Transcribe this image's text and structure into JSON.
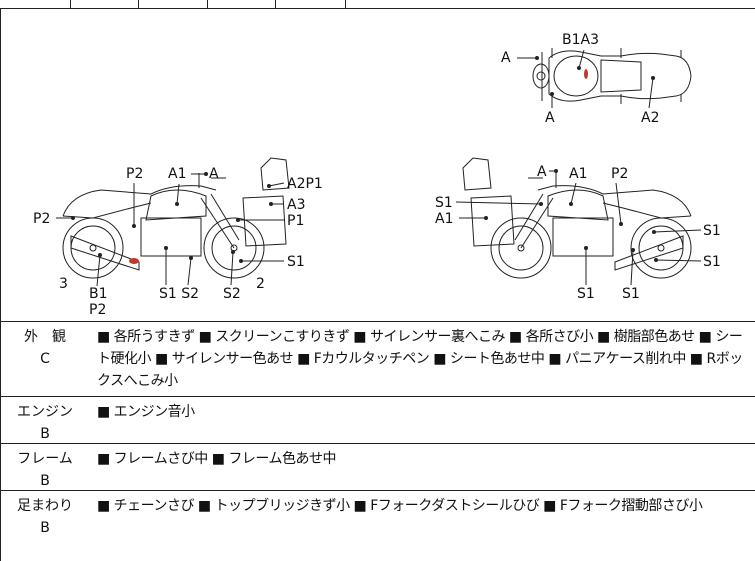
{
  "diagram": {
    "top_view_labels": [
      "A",
      "B1A3",
      "A",
      "A2"
    ],
    "left_view_labels": [
      "P2",
      "A1",
      "A",
      "A2P1",
      "A3",
      "P2",
      "P1",
      "S1",
      "3",
      "B1",
      "P2",
      "S1 S2",
      "S2",
      "2"
    ],
    "right_view_labels": [
      "A",
      "A1",
      "P2",
      "S1",
      "A1",
      "S1",
      "S1",
      "S1",
      "S1"
    ]
  },
  "rows": [
    {
      "label": "外　観",
      "grade": "C",
      "text": "■ 各所うすきず ■ スクリーンこすりきず ■ サイレンサー裏へこみ ■ 各所さび小 ■ 樹脂部色あせ ■ シート硬化小 ■ サイレンサー色あせ ■ Fカウルタッチペン ■ シート色あせ中 ■ パニアケース削れ中 ■ Rボックスへこみ小"
    },
    {
      "label": "エンジン",
      "grade": "B",
      "text": "■ エンジン音小"
    },
    {
      "label": "フレーム",
      "grade": "B",
      "text": "■ フレームさび中 ■ フレーム色あせ中"
    },
    {
      "label": "足まわり",
      "grade": "B",
      "text": "■ チェーンさび ■ トップブリッジきず小 ■ Fフォークダストシールひび ■ Fフォーク摺動部さび小"
    }
  ]
}
